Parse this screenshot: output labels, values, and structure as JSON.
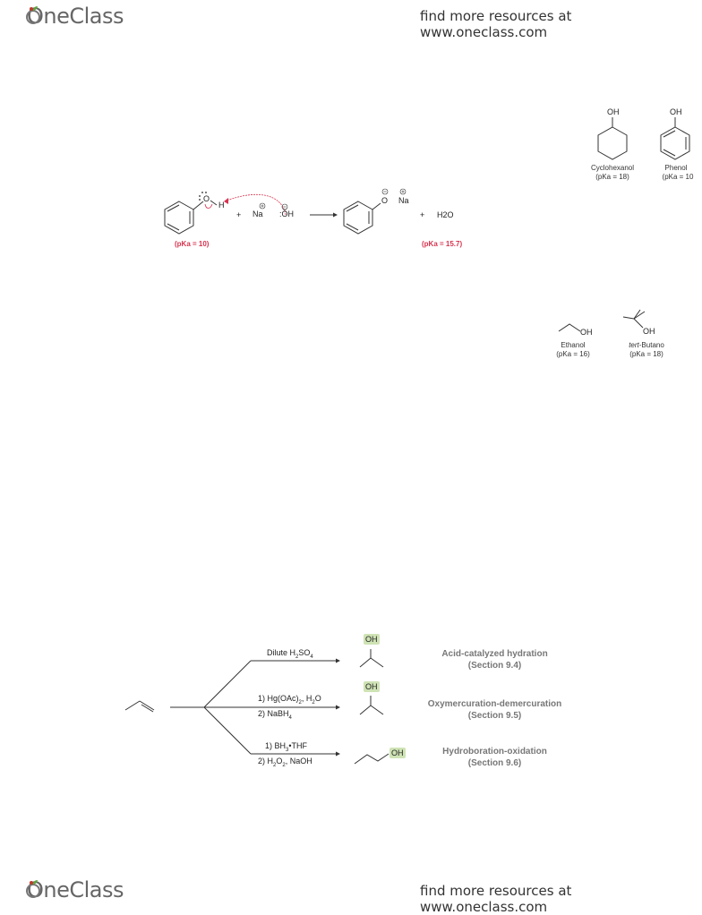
{
  "header": {
    "brand": "OneClass",
    "tagline": "find more resources at www.oneclass.com"
  },
  "footer": {
    "brand": "OneClass",
    "tagline": "find more resources at www.oneclass.com"
  },
  "figure_alcohols_ring": {
    "cyclohexanol": {
      "oh": "OH",
      "name": "Cyclohexanol",
      "pka": "(pKa = 18)"
    },
    "phenol": {
      "oh": "OH",
      "name": "Phenol",
      "pka": "(pKa = 10"
    }
  },
  "figure_reaction": {
    "h": "H",
    "plus1": "+",
    "na1": "Na",
    "hydroxide": ":ÖH",
    "oxide": "O",
    "na2": "Na",
    "plus2": "+",
    "water": "H2O",
    "pka_left": "(pKa = 10)",
    "pka_right": "(pKa = 15.7)"
  },
  "figure_alcohols_chain": {
    "ethanol": {
      "oh": "OH",
      "name": "Ethanol",
      "pka": "(pKa = 16)"
    },
    "tbutanol": {
      "oh": "OH",
      "name_prefix": "tert",
      "name_rest": "-Butano",
      "pka": "(pKa = 18)"
    }
  },
  "figure_hydration": {
    "routes": [
      {
        "reagent1": "Dilute H2SO4",
        "reagent2": "",
        "oh": "OH",
        "name": "Acid-catalyzed hydration",
        "section": "(Section 9.4)"
      },
      {
        "reagent1": "1) Hg(OAc)2, H2O",
        "reagent2": "2) NaBH4",
        "oh": "OH",
        "name": "Oxymercuration-demercuration",
        "section": "(Section 9.5)"
      },
      {
        "reagent1": "1) BH3•THF",
        "reagent2": "2) H2O2, NaOH",
        "oh": "OH",
        "name": "Hydroboration-oxidation",
        "section": "(Section 9.6)"
      }
    ]
  },
  "colors": {
    "accent_red": "#d6334f",
    "highlight_green": "#cfe3b5",
    "logo_green": "#5aa63a",
    "logo_red": "#c0392b"
  }
}
